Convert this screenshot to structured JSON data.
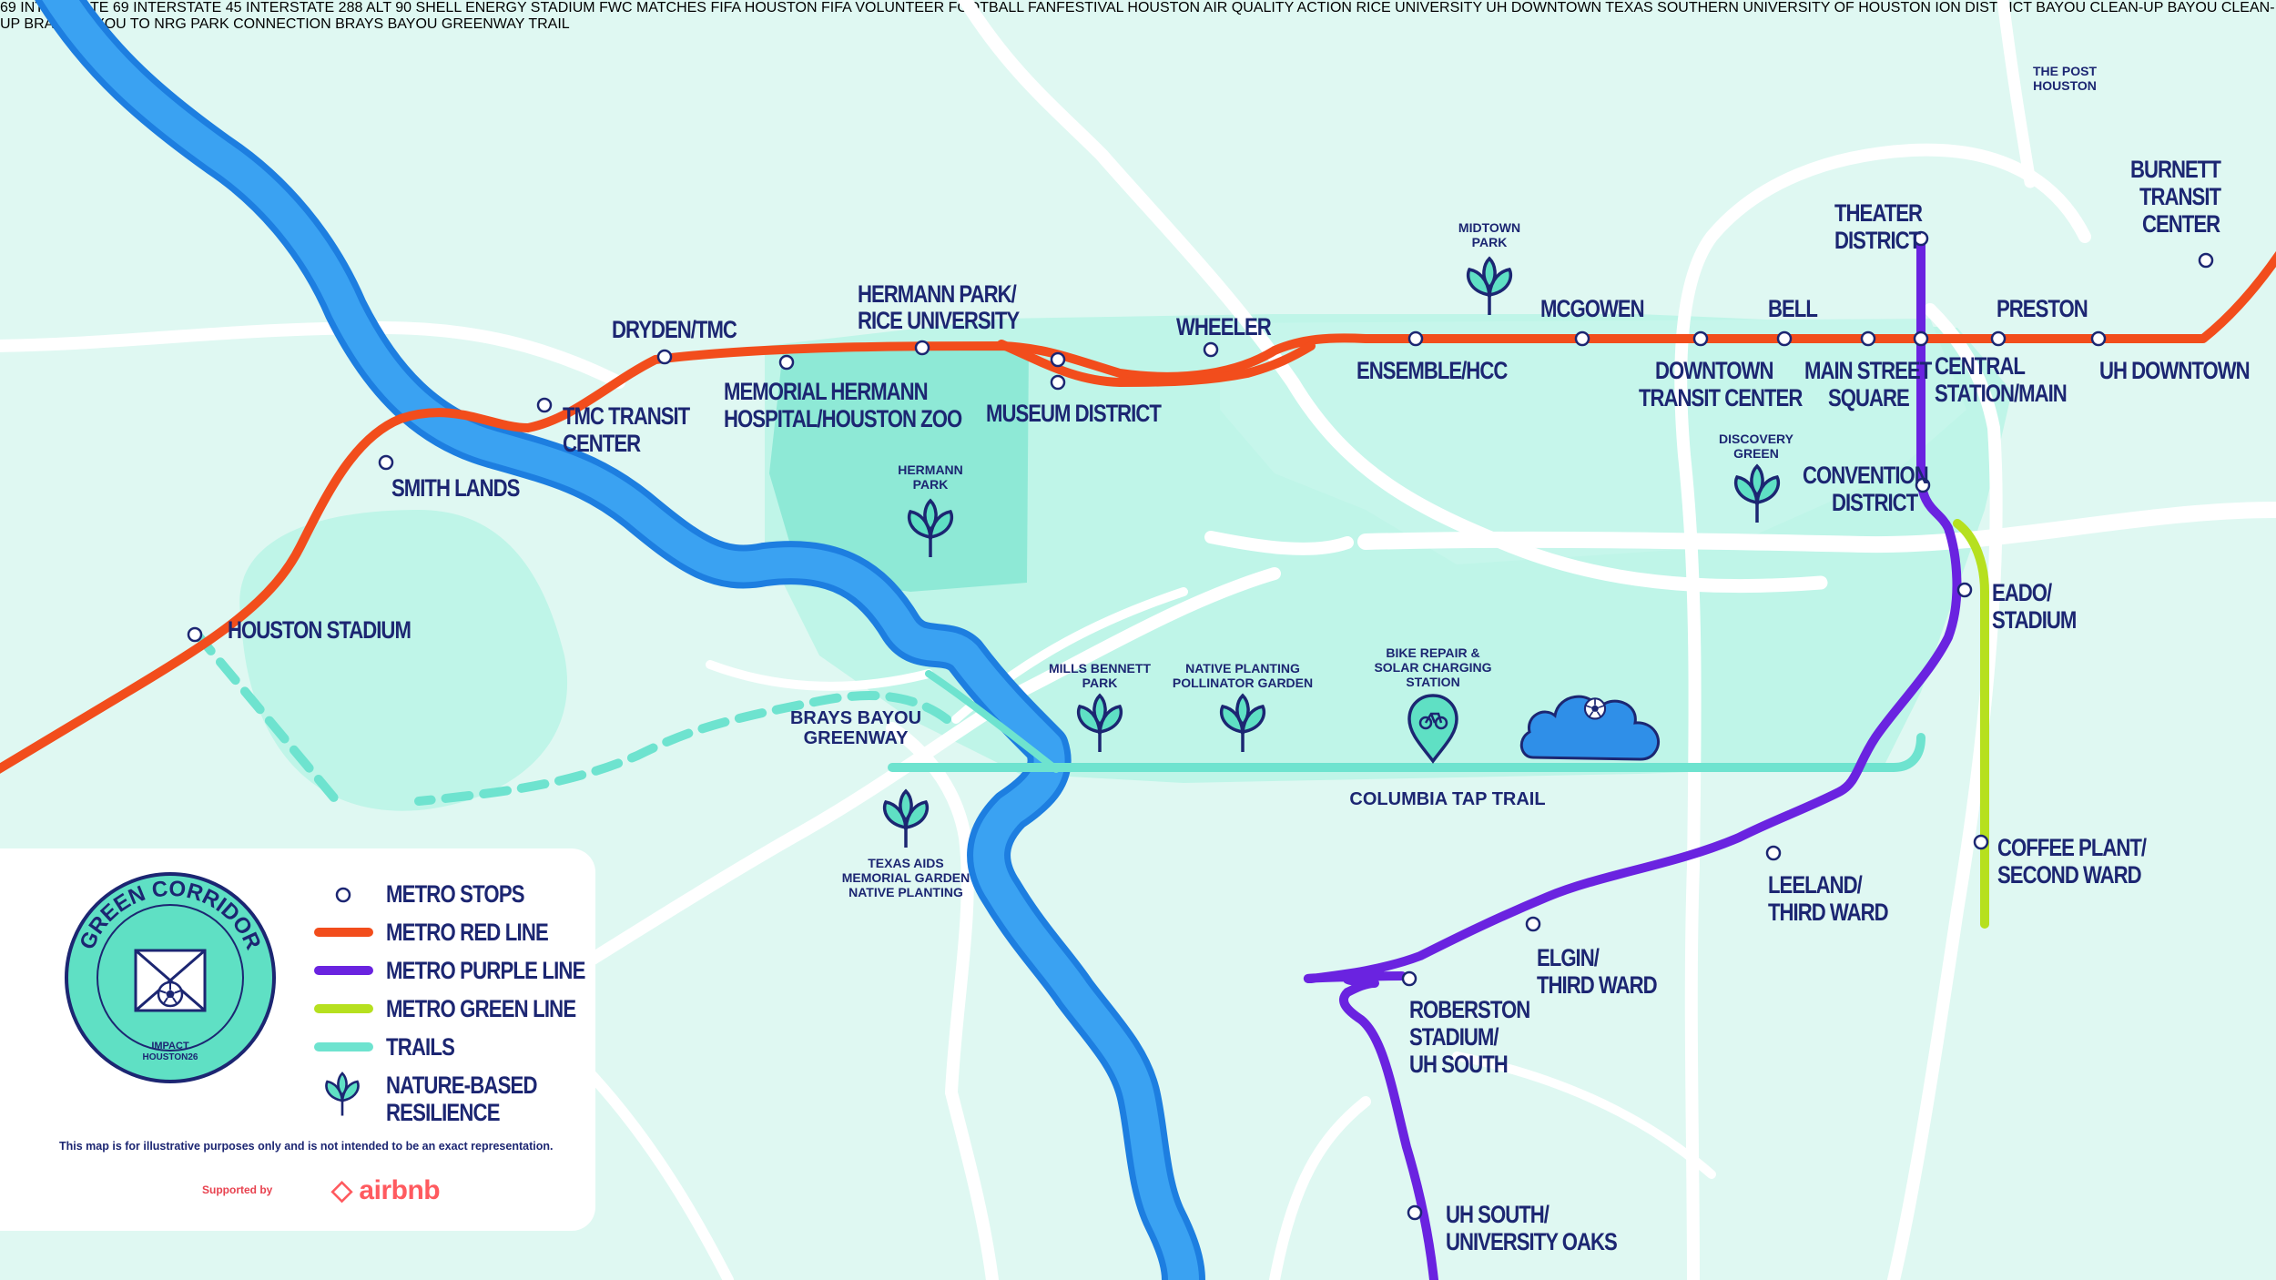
{
  "stations": {
    "dryden": "DRYDEN/TMC",
    "hermann_park_rice": [
      "HERMANN PARK/",
      "RICE UNIVERSITY"
    ],
    "wheeler": "WHEELER",
    "mcgowen": "MCGOWEN",
    "bell": "BELL",
    "preston": "PRESTON",
    "theater_district": [
      "THEATER",
      "DISTRICT"
    ],
    "burnett": [
      "BURNETT",
      "TRANSIT",
      "CENTER"
    ],
    "tmc_transit": [
      "TMC TRANSIT",
      "CENTER"
    ],
    "memorial_hermann": [
      "MEMORIAL HERMANN",
      "HOSPITAL/HOUSTON ZOO"
    ],
    "museum_district": "MUSEUM DISTRICT",
    "ensemble": "ENSEMBLE/HCC",
    "downtown_transit": [
      "DOWNTOWN",
      "TRANSIT CENTER"
    ],
    "main_street": [
      "MAIN STREET",
      "SQUARE"
    ],
    "central_station": [
      "CENTRAL",
      "STATION/MAIN"
    ],
    "uh_downtown": "UH DOWNTOWN",
    "smith_lands": "SMITH LANDS",
    "convention": [
      "CONVENTION",
      "DISTRICT"
    ],
    "houston_stadium": "HOUSTON STADIUM",
    "eado": [
      "EADO/",
      "STADIUM"
    ],
    "coffee_plant": [
      "COFFEE PLANT/",
      "SECOND WARD"
    ],
    "leeland": [
      "LEELAND/",
      "THIRD WARD"
    ],
    "elgin": [
      "ELGIN/",
      "THIRD WARD"
    ],
    "roberston": [
      "ROBERSTON",
      "STADIUM/",
      "UH SOUTH"
    ],
    "uh_south": [
      "UH SOUTH/",
      "UNIVERSITY OAKS"
    ]
  },
  "places": {
    "midtown_park": [
      "MIDTOWN",
      "PARK"
    ],
    "hermann_park": [
      "HERMANN",
      "PARK"
    ],
    "discovery_green": [
      "DISCOVERY",
      "GREEN"
    ],
    "mills_bennett": [
      "MILLS BENNETT",
      "PARK"
    ],
    "native_planting": [
      "NATIVE PLANTING",
      "POLLINATOR GARDEN"
    ],
    "bike_repair": [
      "BIKE REPAIR &",
      "SOLAR CHARGING",
      "STATION"
    ],
    "air_quality": [
      "AIR QUALITY",
      "ACTION"
    ],
    "texas_aids": [
      "TEXAS AIDS",
      "MEMORIAL GARDEN",
      "NATIVE PLANTING"
    ],
    "brays_greenway": [
      "BRAYS BAYOU",
      "GREENWAY"
    ],
    "brays_nrg": [
      "BRAYS BAYOU TO",
      "NRG PARK CONNECTION"
    ],
    "columbia_tap": "COLUMBIA TAP TRAIL",
    "brays_trail": [
      "BRAYS BAYOU",
      "GREENWAY TRAIL"
    ],
    "the_post": [
      "THE POST",
      "HOUSTON"
    ]
  },
  "badges": {
    "rice": "RICE UNIVERSITY",
    "ion": "ION DISTRICT",
    "uh_downtown": "UH DOWNTOWN",
    "texas_southern": "TEXAS SOUTHERN",
    "uh": "UNIVERSITY OF HOUSTON",
    "bayou1": "BAYOU CLEAN-UP",
    "bayou2": "BAYOU CLEAN-UP",
    "shell": [
      "SHELL ENERGY",
      "STADIUM"
    ],
    "fwc": "FWC MATCHES",
    "fifa": "FIFA",
    "houston": "HOUSTON",
    "fifa_volunteer": [
      "FIFA",
      "VOLUNTEER"
    ],
    "fanfestival": "FANFESTIVAL",
    "fanfestival_city": "HOUSTON",
    "football": "FOOTBALL"
  },
  "shields": {
    "i69_a": "69",
    "i69_b": "69",
    "i45": "45",
    "interstate": "INTERSTATE",
    "sh288": "288",
    "alt": "ALT",
    "us90": "90"
  },
  "legend": {
    "items": [
      "METRO STOPS",
      "METRO RED LINE",
      "METRO PURPLE LINE",
      "METRO GREEN LINE",
      "TRAILS",
      "NATURE-BASED",
      "RESILIENCE"
    ],
    "emblem_title": "GREEN CORRIDOR",
    "emblem_sub": [
      "IMPACT",
      "HOUSTON26"
    ],
    "note": "This map is for illustrative purposes only and is not intended to be an exact representation.",
    "supported_by": "Supported by",
    "sponsor": "airbnb"
  },
  "colors": {
    "background": "#dff8f2",
    "zone": "#bff5e8",
    "park": "#8ee9d6",
    "bayou": "#2f8fe8",
    "bayou_light": "#58b7f5",
    "road": "#ffffff",
    "red_line": "#f24d1c",
    "purple_line": "#6a23e0",
    "green_line": "#b6e01f",
    "trail": "#6ee3cf",
    "ink": "#1c2672",
    "badge_orange": "#f6a941",
    "fanfest_blue": "#8ac8f0"
  }
}
